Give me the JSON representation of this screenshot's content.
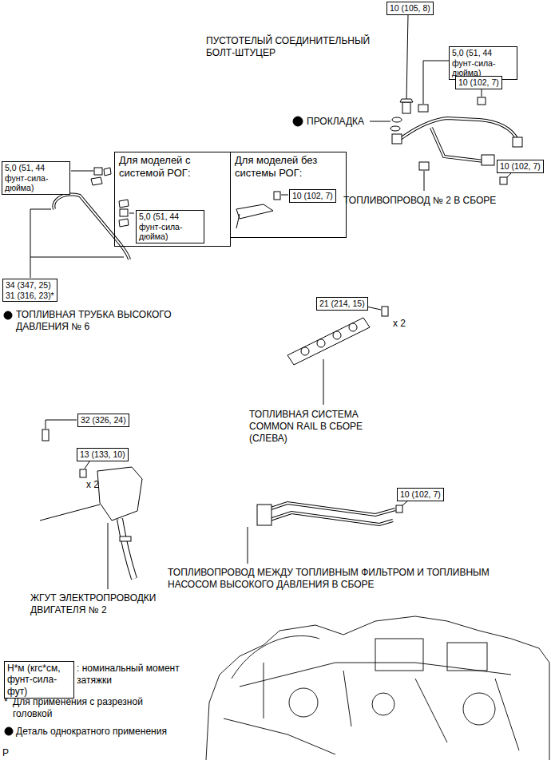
{
  "diagram": {
    "nodes": [
      {
        "text": [
          "10 (105, 8)"
        ]
      },
      {
        "text": [
          "5,0 (51, 44 фунт-сила-дюйма)"
        ]
      },
      {
        "text": [
          "10 (102, 7)"
        ]
      },
      {
        "text": [
          "10 (102, 7)"
        ]
      },
      {
        "text": [
          "5,0 (51, 44 фунт-сила-дюйма)"
        ]
      },
      {
        "text": [
          "Для моделей с системой РОГ:"
        ]
      },
      {
        "text": [
          "5,0 (51, 44 фунт-сила-дюйма)"
        ],
        "in": 5
      },
      {
        "text": [
          "Для моделей без системы РОГ:"
        ]
      },
      {
        "text": [
          "10 (102, 7)"
        ],
        "in": 7
      },
      {
        "text": [
          "34 (347, 25)",
          "31 (316, 23)*"
        ]
      },
      {
        "text": [
          "21 (214, 15)"
        ]
      },
      {
        "text": [
          "32 (326, 24)"
        ]
      },
      {
        "text": [
          "13 (133, 10)"
        ]
      },
      {
        "text": [
          "10 (102, 7)"
        ]
      },
      {
        "text": [
          "Н*м (кгс*см, фунт-сила-фут)"
        ]
      }
    ],
    "labels": [
      "ПУСТОТЕЛЫЙ СОЕДИНИТЕЛЬНЫЙ БОЛТ-ШТУЦЕР",
      "ПРОКЛАДКА",
      "ТОПЛИВОПРОВОД № 2 В СБОРЕ",
      "ТОПЛИВНАЯ ТРУБКА ВЫСОКОГО ДАВЛЕНИЯ № 6",
      "x 2",
      "ТОПЛИВНАЯ СИСТЕМА COMMON RAIL В СБОРЕ (СЛЕВА)",
      "x 2",
      "ТОПЛИВОПРОВОД МЕЖДУ ТОПЛИВНЫМ ФИЛЬТРОМ И ТОПЛИВНЫМ НАСОСОМ ВЫСОКОГО ДАВЛЕНИЯ В СБОРЕ",
      "ЖГУТ ЭЛЕКТРОПРОВОДКИ ДВИГАТЕЛЯ № 2",
      "*",
      "P"
    ],
    "legend": [
      {
        "text": ": номинальный момент затяжки"
      },
      {
        "text": "Для применения с разрезной головкой"
      },
      {
        "text": "Деталь однократного применения"
      }
    ]
  }
}
